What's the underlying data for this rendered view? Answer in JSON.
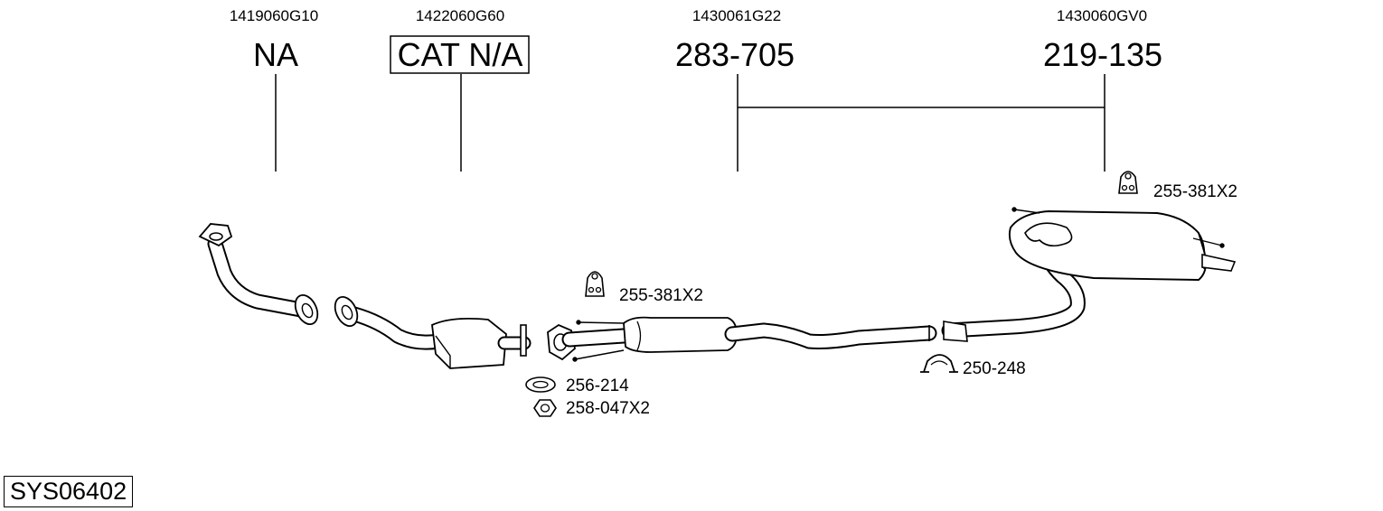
{
  "oem_numbers": [
    "1419060G10",
    "1422060G60",
    "1430061G22",
    "1430060GV0"
  ],
  "part_labels": [
    "NA",
    "CAT N/A",
    "283-705",
    "219-135"
  ],
  "callouts": {
    "hanger_front": "255-381X2",
    "hanger_rear": "255-381X2",
    "gasket": "256-214",
    "nut": "258-047X2",
    "clamp": "250-248"
  },
  "system_code": "SYS06402"
}
